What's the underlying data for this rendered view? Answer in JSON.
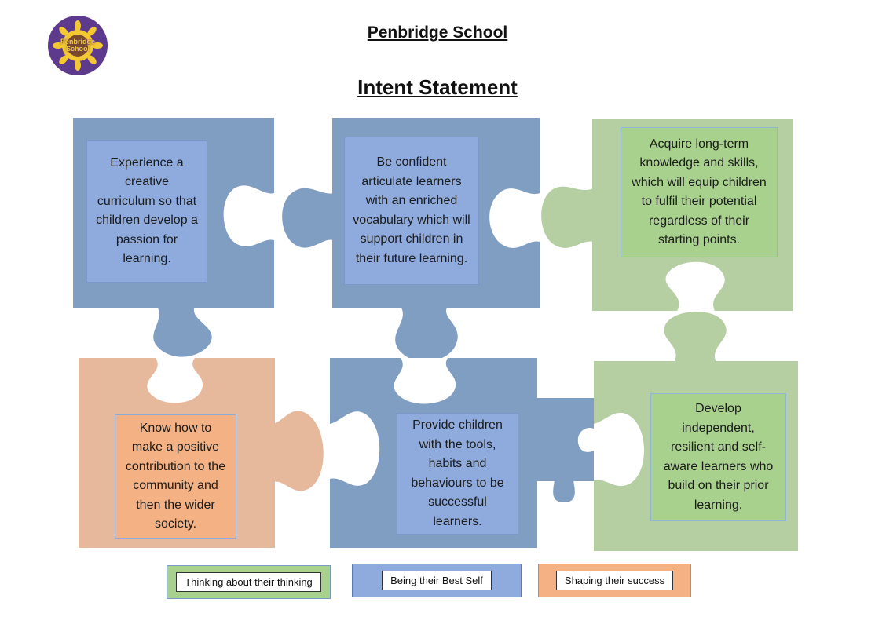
{
  "header": {
    "school_name": "Penbridge School",
    "title": "Intent Statement",
    "logo_line1": "Penbridge",
    "logo_line2": "School"
  },
  "pieces": [
    {
      "text": "Experience a creative curriculum so that children develop a passion for learning.",
      "group": "Being their Best Self"
    },
    {
      "text": "Be confident articulate learners with an enriched vocabulary which will support children in their future learning.",
      "group": "Being their Best Self"
    },
    {
      "text": "Acquire long-term knowledge and skills, which will equip children to fulfil their potential regardless of their starting points.",
      "group": "Thinking about their thinking"
    },
    {
      "text": "Know how to make a positive contribution to the community and then the wider society.",
      "group": "Shaping their success"
    },
    {
      "text": "Provide children with the tools, habits and behaviours to be successful learners.",
      "group": "Being their Best Self"
    },
    {
      "text": "Develop independent, resilient and self-aware learners who build on their prior learning.",
      "group": "Thinking about their thinking"
    }
  ],
  "legend": [
    {
      "label": "Thinking about their thinking",
      "color": "#a9d18e"
    },
    {
      "label": "Being their Best Self",
      "color": "#8faadc"
    },
    {
      "label": "Shaping their success",
      "color": "#f4b183"
    }
  ],
  "colors": {
    "puzzle_blue": "#809ec2",
    "puzzle_green": "#b5cfa3",
    "puzzle_orange": "#e6b89c",
    "logo_purple": "#5e3a8c",
    "logo_gold": "#f4c832"
  }
}
